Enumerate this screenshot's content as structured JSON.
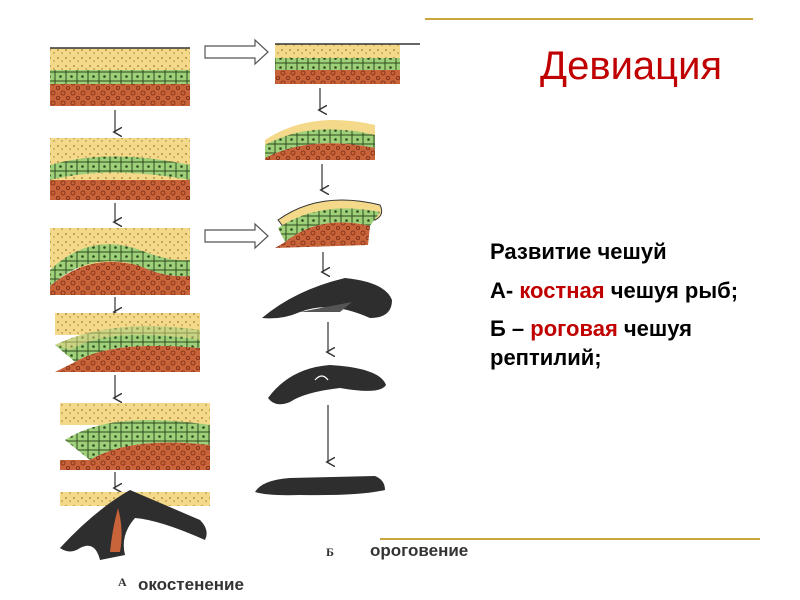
{
  "title": "Девиация",
  "description": {
    "heading": "Развитие чешуй",
    "a_prefix": "А- ",
    "a_highlight": "костная",
    "a_suffix": " чешуя рыб;",
    "b_prefix": "Б – ",
    "b_highlight": "роговая",
    "b_suffix": " чешуя рептилий;"
  },
  "figure": {
    "label_a": "А",
    "label_b": "Б",
    "caption_left": "окостенение",
    "caption_right": "ороговение"
  },
  "colors": {
    "title": "#c00000",
    "highlight": "#c00000",
    "rule": "#c9a640",
    "epidermis_cells": "#9ed07a",
    "dermis": "#c8633a",
    "sand_layer": "#f3d989",
    "scale_dark": "#2e2e2e"
  }
}
